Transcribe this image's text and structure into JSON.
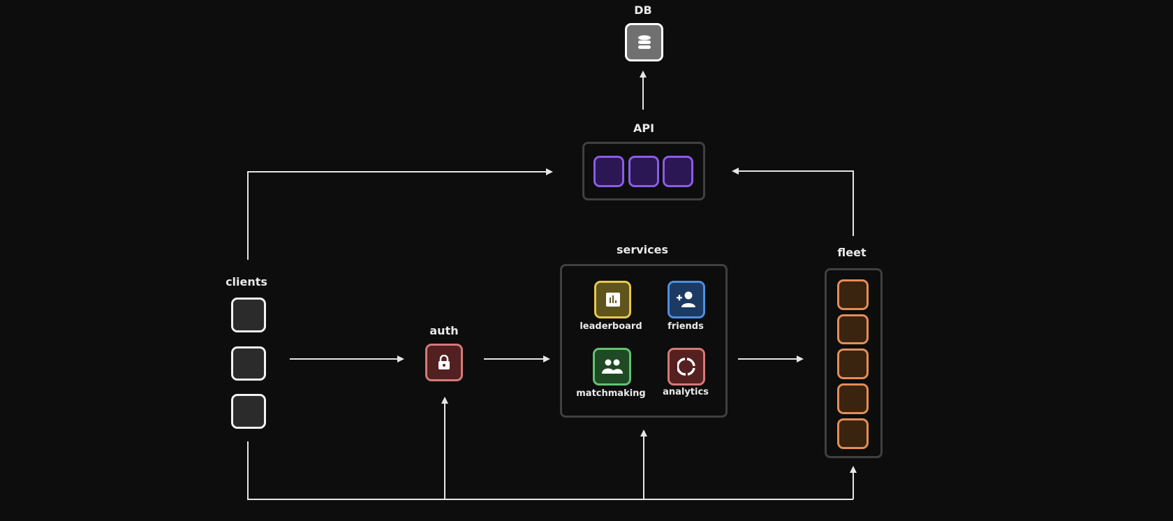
{
  "nodes": {
    "db": {
      "label": "DB",
      "icon": "database-icon",
      "color": "#ffffff",
      "fill": "#707070"
    },
    "api": {
      "label": "API",
      "instances": 3,
      "color": "#8d5ce8",
      "fill": "#2a1754"
    },
    "clients": {
      "label": "clients",
      "instances": 3,
      "color": "#f2f2f2",
      "fill": "#2b2b2b"
    },
    "auth": {
      "label": "auth",
      "icon": "lock-icon",
      "color": "#d47a78",
      "fill": "#522020"
    },
    "services": {
      "label": "services",
      "items": [
        {
          "label": "leaderboard",
          "icon": "bar-chart-icon",
          "color": "#e8c84e",
          "fill": "#5f551c"
        },
        {
          "label": "friends",
          "icon": "add-person-icon",
          "color": "#4f8fe0",
          "fill": "#1b3a64"
        },
        {
          "label": "matchmaking",
          "icon": "group-icon",
          "color": "#64c274",
          "fill": "#1e4a24"
        },
        {
          "label": "analytics",
          "icon": "donut-chart-icon",
          "color": "#d47a78",
          "fill": "#562020"
        }
      ]
    },
    "fleet": {
      "label": "fleet",
      "instances": 5,
      "color": "#e58e55",
      "fill": "#3a2410"
    }
  },
  "edges": [
    {
      "from": "api",
      "to": "db"
    },
    {
      "from": "clients",
      "to": "api"
    },
    {
      "from": "fleet",
      "to": "api"
    },
    {
      "from": "clients",
      "to": "auth"
    },
    {
      "from": "auth",
      "to": "services"
    },
    {
      "from": "services",
      "to": "fleet"
    },
    {
      "from": "clients",
      "to": "auth",
      "via": "bottom-bus"
    },
    {
      "from": "clients",
      "to": "services",
      "via": "bottom-bus"
    },
    {
      "from": "clients",
      "to": "fleet",
      "via": "bottom-bus"
    }
  ]
}
